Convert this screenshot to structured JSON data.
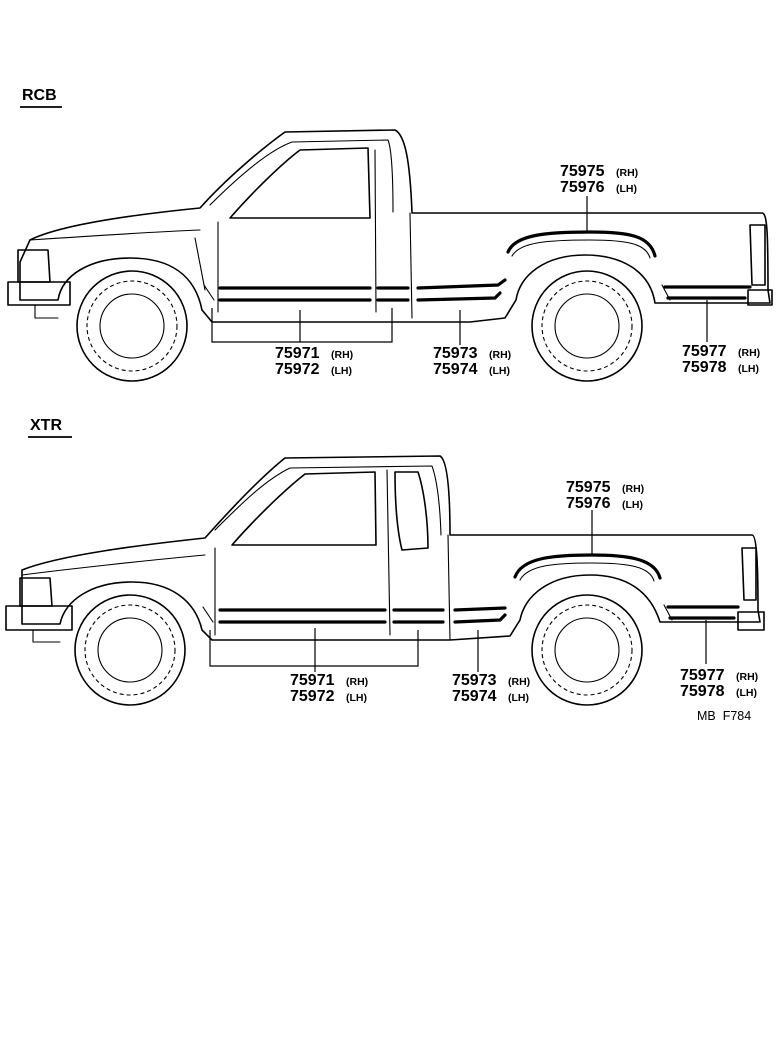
{
  "sections": {
    "rcb": {
      "label": "RCB",
      "rocker_front": {
        "part_rh": "75971",
        "side_rh": "(RH)",
        "part_lh": "75972",
        "side_lh": "(LH)"
      },
      "rocker_rear": {
        "part_rh": "75973",
        "side_rh": "(RH)",
        "part_lh": "75974",
        "side_lh": "(LH)"
      },
      "wheel_arch": {
        "part_rh": "75975",
        "side_rh": "(RH)",
        "part_lh": "75976",
        "side_lh": "(LH)"
      },
      "bed_rear": {
        "part_rh": "75977",
        "side_rh": "(RH)",
        "part_lh": "75978",
        "side_lh": "(LH)"
      }
    },
    "xtr": {
      "label": "XTR",
      "rocker_front": {
        "part_rh": "75971",
        "side_rh": "(RH)",
        "part_lh": "75972",
        "side_lh": "(LH)"
      },
      "rocker_rear": {
        "part_rh": "75973",
        "side_rh": "(RH)",
        "part_lh": "75974",
        "side_lh": "(LH)"
      },
      "wheel_arch": {
        "part_rh": "75975",
        "side_rh": "(RH)",
        "part_lh": "75976",
        "side_lh": "(LH)"
      },
      "bed_rear": {
        "part_rh": "75977",
        "side_rh": "(RH)",
        "part_lh": "75978",
        "side_lh": "(LH)"
      }
    }
  },
  "figure_ref": "MB  F784"
}
